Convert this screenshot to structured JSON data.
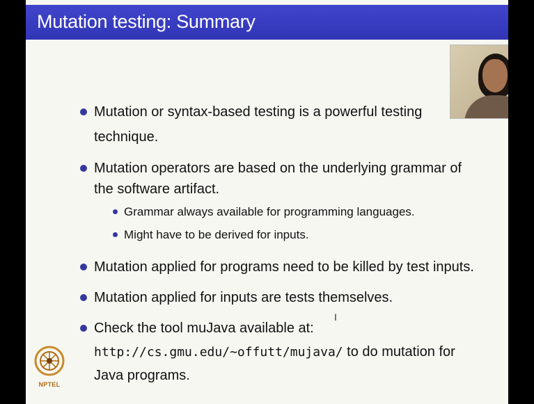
{
  "slide": {
    "title": "Mutation testing: Summary",
    "bullets": [
      {
        "text_lines": [
          "Mutation or syntax-based testing is a powerful testing",
          "technique."
        ]
      },
      {
        "text_lines": [
          "Mutation operators are based on the underlying grammar of",
          "the software artifact."
        ]
      },
      {
        "text_lines": [
          "Mutation applied for programs need to be killed by test inputs."
        ]
      },
      {
        "text_lines": [
          "Mutation applied for inputs are tests themselves."
        ]
      },
      {
        "text_lines": [
          "Check the tool muJava available at:"
        ]
      }
    ],
    "sub_bullets": [
      "Grammar always available for programming languages.",
      "Might have to be derived for inputs."
    ],
    "link_url": "http://cs.gmu.edu/∼offutt/mujava/",
    "link_suffix": " to do mutation for",
    "last_line": "Java programs.",
    "cursor_glyph": "I",
    "logo_text": "NPTEL"
  },
  "colors": {
    "title_bar": "#3a3ec4",
    "bullet": "#34389e",
    "background": "#f7f7f2"
  },
  "icons": [
    "webcam-video-feed",
    "nptel-logo-icon",
    "text-cursor-icon"
  ]
}
